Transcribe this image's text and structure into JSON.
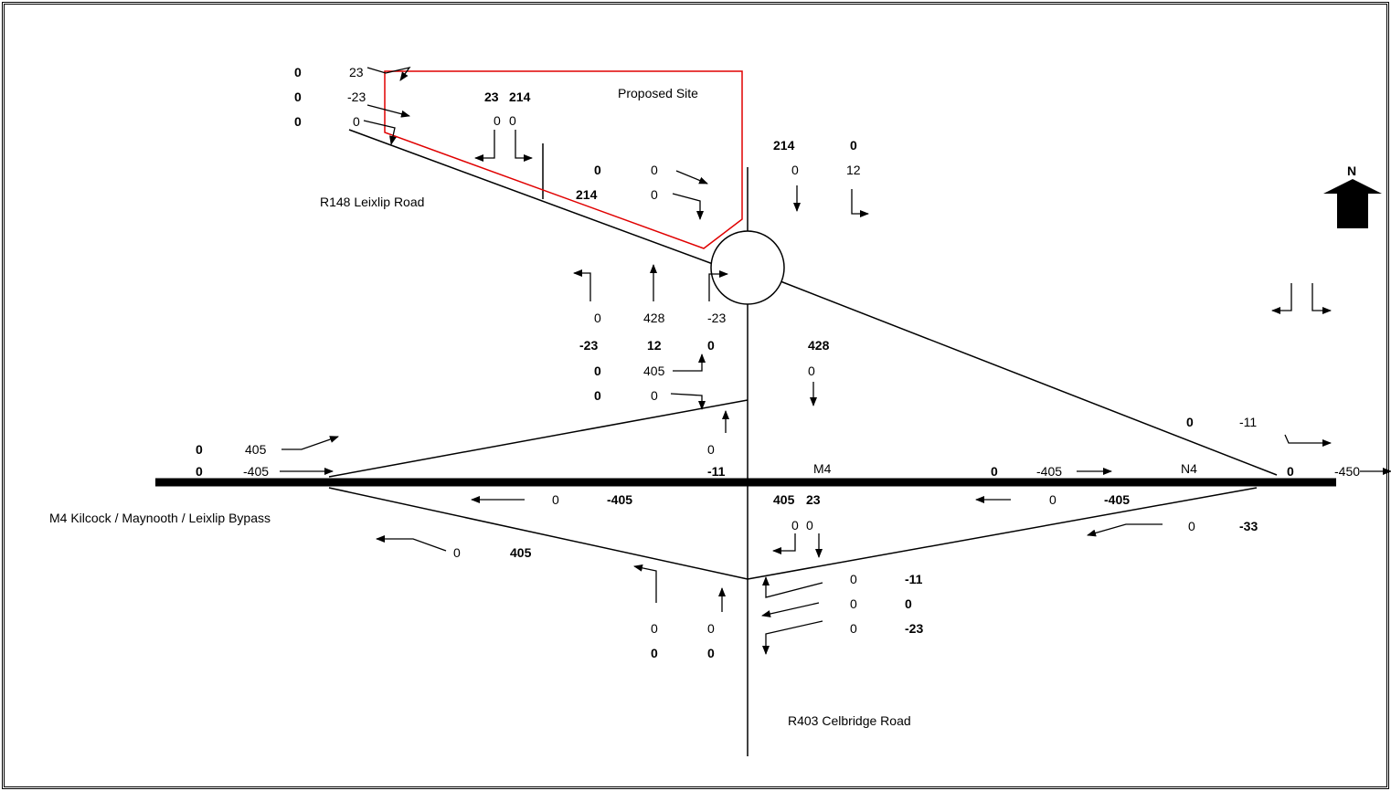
{
  "labels": {
    "site": "Proposed Site",
    "r148": "R148 Leixlip  Road",
    "m4_road": "M4 Kilcock / Maynooth / Leixlip Bypass",
    "m4": "M4",
    "n4": "N4",
    "r403": "R403 Celbridge Road",
    "north": "N"
  },
  "values": {
    "v01": "0",
    "v02": "23",
    "v03": "0",
    "v04": "-23",
    "v05": "0",
    "v06": "0",
    "v07": "23",
    "v08": "214",
    "v09": "0",
    "v10": "0",
    "v11": "214",
    "v12": "0",
    "v13": "0",
    "v14": "12",
    "v15": "0",
    "v16": "0",
    "v17": "214",
    "v18": "0",
    "v19": "0",
    "v20": "428",
    "v21": "-23",
    "v22": "-23",
    "v23": "12",
    "v24": "0",
    "v25": "428",
    "v26": "0",
    "v27": "405",
    "v28": "0",
    "v29": "0",
    "v30": "0",
    "v31": "0",
    "v32": "405",
    "v33": "0",
    "v34": "-405",
    "v35": "0",
    "v36": "-11",
    "v37": "0",
    "v38": "-11",
    "v39": "0",
    "v40": "-405",
    "v41": "0",
    "v42": "-450",
    "v43": "0",
    "v44": "-405",
    "v45": "405",
    "v46": "23",
    "v47": "0",
    "v48": "0",
    "v49": "0",
    "v50": "-405",
    "v51": "0",
    "v52": "-33",
    "v53": "0",
    "v54": "405",
    "v55": "0",
    "v56": "-11",
    "v57": "0",
    "v58": "0",
    "v59": "0",
    "v60": "-23",
    "v61": "0",
    "v62": "0",
    "v63": "0",
    "v64": "0"
  },
  "colors": {
    "site_boundary": "#e00000",
    "lines": "#000000"
  }
}
